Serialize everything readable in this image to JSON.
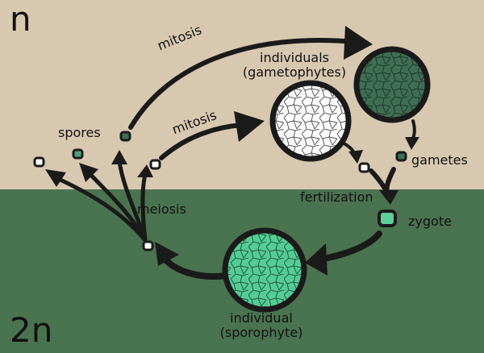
{
  "diagram": {
    "haploid_label": "n",
    "diploid_label": "2n",
    "labels": {
      "mitosis_top": "mitosis",
      "mitosis_lower": "mitosis",
      "gametophytes_line1": "individuals",
      "gametophytes_line2": "(gametophytes)",
      "spores": "spores",
      "gametes": "gametes",
      "fertilization": "fertilization",
      "zygote": "zygote",
      "meiosis": "meiosis",
      "sporophyte_line1": "individual",
      "sporophyte_line2": "(sporophyte)"
    },
    "colors": {
      "haploid_background": "#d8c8b0",
      "diploid_background": "#4a7350",
      "gametophyte_fill": "#3f6e55",
      "sporophyte_fill": "#55cc96",
      "spore_fill": "#ffffff",
      "zygote_fill": "#5fcf9a",
      "gamete_fill": "#3f6e55",
      "outline": "#1a1a1a"
    }
  }
}
